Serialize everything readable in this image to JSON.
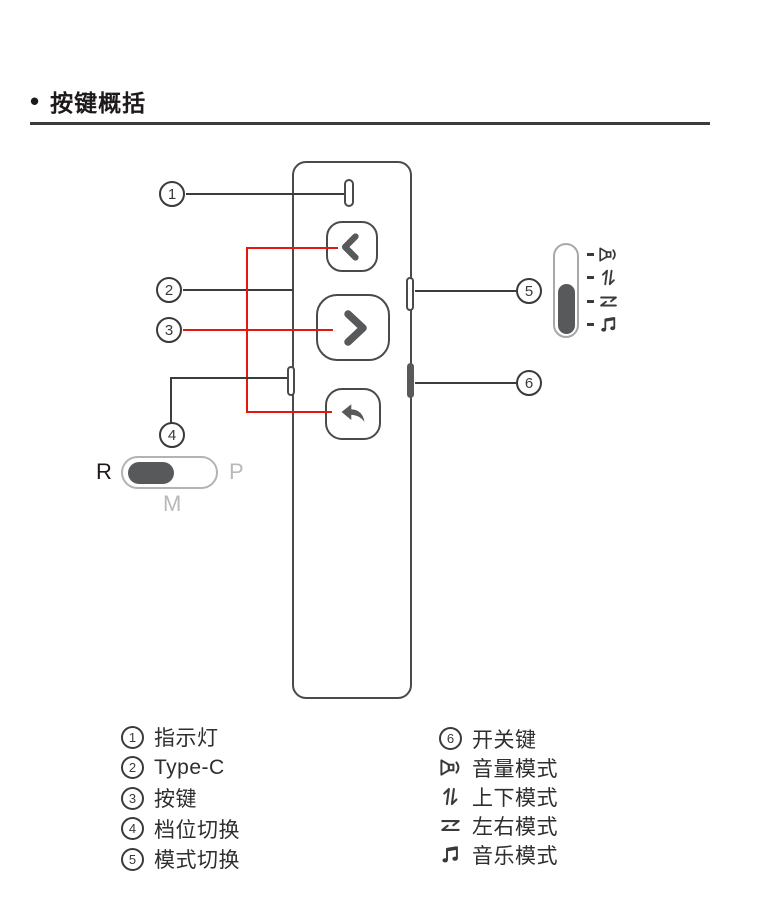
{
  "header": {
    "bullet": "•",
    "title": "按键概括"
  },
  "callouts": {
    "c1": "1",
    "c2": "2",
    "c3": "3",
    "c4": "4",
    "c5": "5",
    "c6": "6"
  },
  "gear_switch": {
    "left_label": "R",
    "right_label": "P",
    "bottom_label": "M"
  },
  "device_icons": [
    "chevron-left",
    "chevron-right",
    "return-arrow"
  ],
  "mode_switch_icons": [
    "volume-icon",
    "updown-icon",
    "leftright-icon",
    "music-icon"
  ],
  "legend_left": [
    {
      "num": "1",
      "label": "指示灯"
    },
    {
      "num": "2",
      "label": "Type-C"
    },
    {
      "num": "3",
      "label": "按键"
    },
    {
      "num": "4",
      "label": "档位切换"
    },
    {
      "num": "5",
      "label": "模式切换"
    }
  ],
  "legend_right": [
    {
      "num": "6",
      "icon": "",
      "label": "开关键"
    },
    {
      "num": "",
      "icon": "volume-icon",
      "label": "音量模式"
    },
    {
      "num": "",
      "icon": "updown-icon",
      "label": "上下模式"
    },
    {
      "num": "",
      "icon": "leftright-icon",
      "label": "左右模式"
    },
    {
      "num": "",
      "icon": "music-icon",
      "label": "音乐模式"
    }
  ],
  "colors": {
    "accent_red": "#e8170e",
    "outline_dark": "#4a4a4a",
    "icon_gray": "#58595b",
    "muted_gray": "#b3b3b3"
  }
}
